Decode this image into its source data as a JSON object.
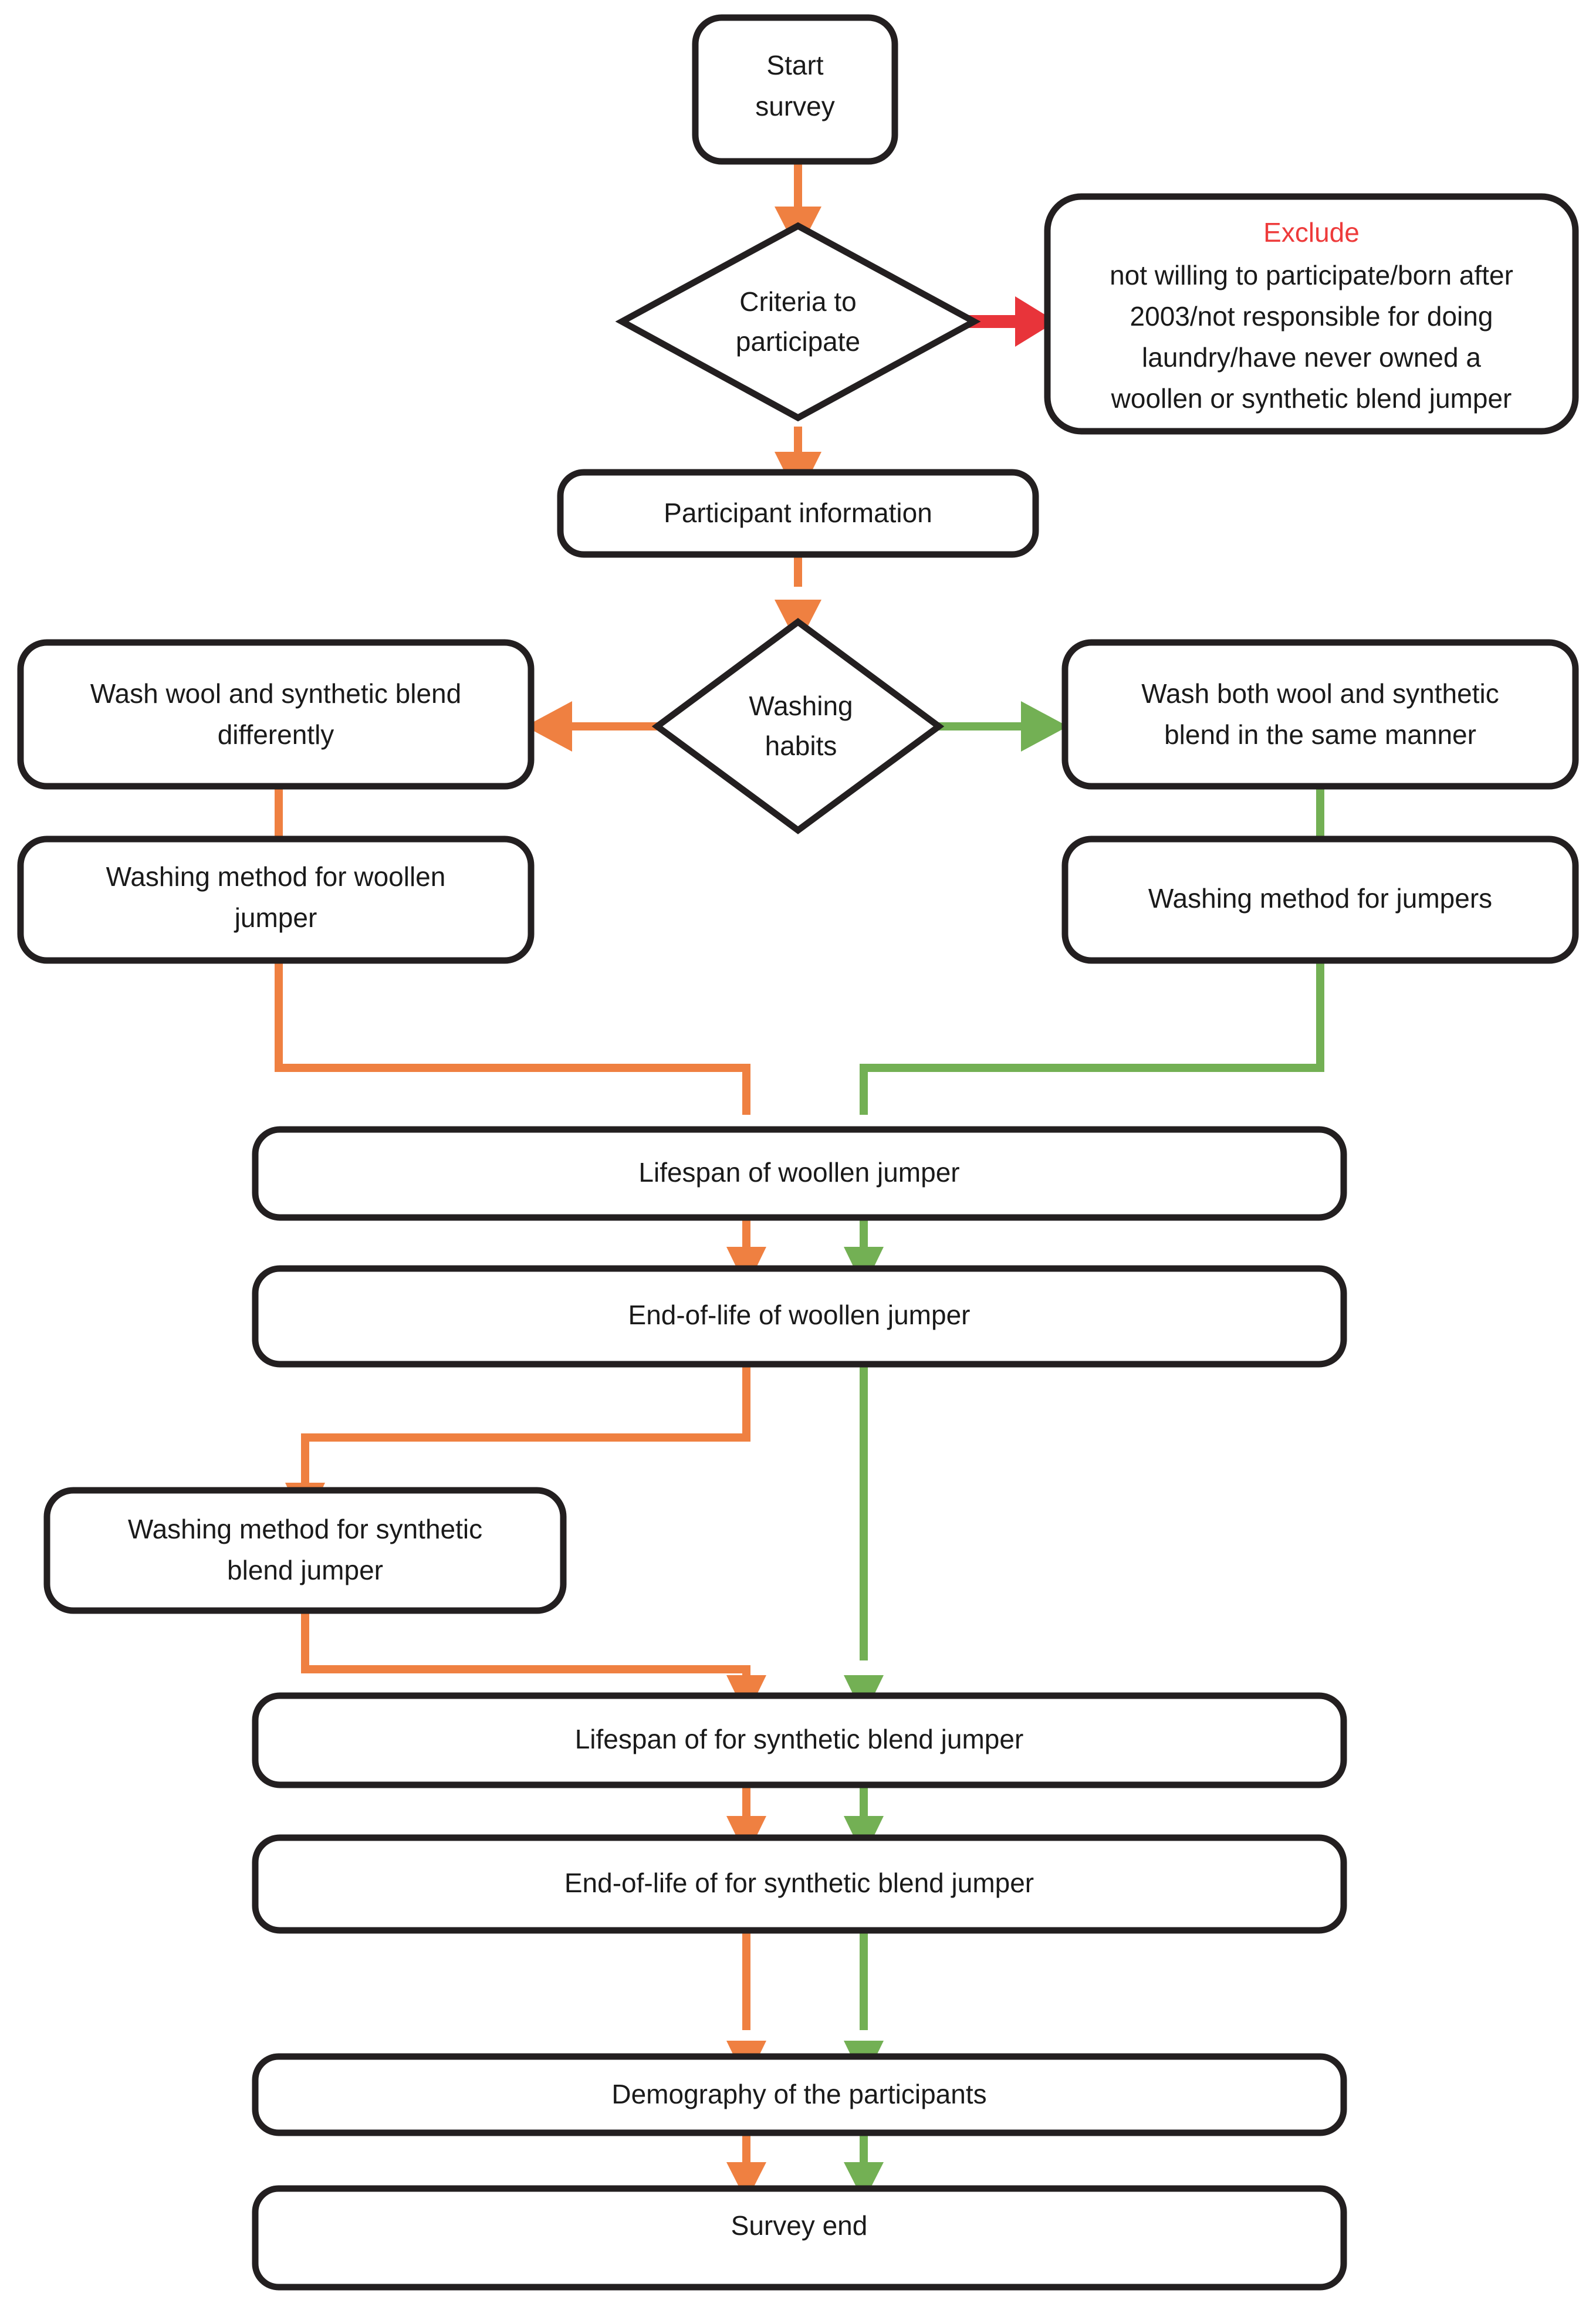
{
  "diagram": {
    "type": "flowchart",
    "title": "Survey flow diagram",
    "colors": {
      "orange": "#ef8041",
      "green": "#73b054",
      "red": "#e8343a",
      "outline": "#231f20",
      "background": "#ffffff",
      "text": "#1a1a1a"
    },
    "nodes": {
      "start": {
        "label": "Start survey",
        "shape": "rounded-rect",
        "lines": [
          "Start",
          "survey"
        ]
      },
      "criteria": {
        "label": "Criteria to participate",
        "shape": "diamond",
        "lines": [
          "Criteria to",
          "participate"
        ]
      },
      "exclude": {
        "label": "Exclude",
        "shape": "rounded-rect",
        "heading": "Exclude",
        "lines": [
          "not willing to participate/born after",
          "2003/not responsible for doing",
          "laundry/have never owned a",
          "woollen or synthetic blend jumper"
        ]
      },
      "participant_information": {
        "label": "Participant information",
        "shape": "rounded-rect",
        "lines": [
          "Participant information"
        ]
      },
      "washing_habits": {
        "label": "Washing habits",
        "shape": "diamond",
        "lines": [
          "Washing",
          "habits"
        ]
      },
      "wash_differently": {
        "label": "Wash wool and synthetic blend differently",
        "shape": "rounded-rect",
        "lines": [
          "Wash wool and synthetic blend",
          "differently"
        ]
      },
      "wash_same": {
        "label": "Wash both wool and synthetic blend in the same manner",
        "shape": "rounded-rect",
        "lines": [
          "Wash both wool and synthetic",
          "blend in the same manner"
        ]
      },
      "method_woollen": {
        "label": "Washing method for woollen jumper",
        "shape": "rounded-rect",
        "lines": [
          "Washing method for woollen",
          "jumper"
        ]
      },
      "method_jumpers": {
        "label": "Washing method for jumpers",
        "shape": "rounded-rect",
        "lines": [
          "Washing method for jumpers"
        ]
      },
      "lifespan_woollen": {
        "label": "Lifespan of woollen jumper",
        "shape": "rounded-rect",
        "lines": [
          "Lifespan of woollen jumper"
        ]
      },
      "eol_woollen": {
        "label": "End-of-life of woollen jumper",
        "shape": "rounded-rect",
        "lines": [
          "End-of-life of woollen jumper"
        ]
      },
      "method_synthetic": {
        "label": "Washing method for synthetic blend jumper",
        "shape": "rounded-rect",
        "lines": [
          "Washing method for synthetic",
          "blend jumper"
        ]
      },
      "lifespan_synthetic": {
        "label": "Lifespan of for synthetic blend jumper",
        "shape": "rounded-rect",
        "lines": [
          "Lifespan of for synthetic blend jumper"
        ]
      },
      "eol_synthetic": {
        "label": "End-of-life of for synthetic blend jumper",
        "shape": "rounded-rect",
        "lines": [
          "End-of-life of for synthetic blend jumper"
        ]
      },
      "demography": {
        "label": "Demography of the participants",
        "shape": "rounded-rect",
        "lines": [
          "Demography of the participants"
        ]
      },
      "survey_end": {
        "label": "Survey end",
        "shape": "rounded-rect",
        "lines": [
          "Survey end"
        ]
      }
    },
    "edges": [
      {
        "from": "start",
        "to": "criteria",
        "color": "orange"
      },
      {
        "from": "criteria",
        "to": "exclude",
        "color": "red"
      },
      {
        "from": "criteria",
        "to": "participant_information",
        "color": "orange"
      },
      {
        "from": "participant_information",
        "to": "washing_habits",
        "color": "orange"
      },
      {
        "from": "washing_habits",
        "to": "wash_differently",
        "color": "orange"
      },
      {
        "from": "washing_habits",
        "to": "wash_same",
        "color": "green"
      },
      {
        "from": "wash_differently",
        "to": "method_woollen",
        "color": "orange"
      },
      {
        "from": "wash_same",
        "to": "method_jumpers",
        "color": "green"
      },
      {
        "from": "method_woollen",
        "to": "lifespan_woollen",
        "color": "orange"
      },
      {
        "from": "method_jumpers",
        "to": "lifespan_woollen",
        "color": "green"
      },
      {
        "from": "lifespan_woollen",
        "to": "eol_woollen",
        "color": "orange"
      },
      {
        "from": "lifespan_woollen",
        "to": "eol_woollen",
        "color": "green"
      },
      {
        "from": "eol_woollen",
        "to": "method_synthetic",
        "color": "orange"
      },
      {
        "from": "method_synthetic",
        "to": "lifespan_synthetic",
        "color": "orange"
      },
      {
        "from": "eol_woollen",
        "to": "lifespan_synthetic",
        "color": "green"
      },
      {
        "from": "lifespan_synthetic",
        "to": "eol_synthetic",
        "color": "orange"
      },
      {
        "from": "lifespan_synthetic",
        "to": "eol_synthetic",
        "color": "green"
      },
      {
        "from": "eol_synthetic",
        "to": "demography",
        "color": "orange"
      },
      {
        "from": "eol_synthetic",
        "to": "demography",
        "color": "green"
      },
      {
        "from": "demography",
        "to": "survey_end",
        "color": "orange"
      },
      {
        "from": "demography",
        "to": "survey_end",
        "color": "green"
      }
    ]
  }
}
